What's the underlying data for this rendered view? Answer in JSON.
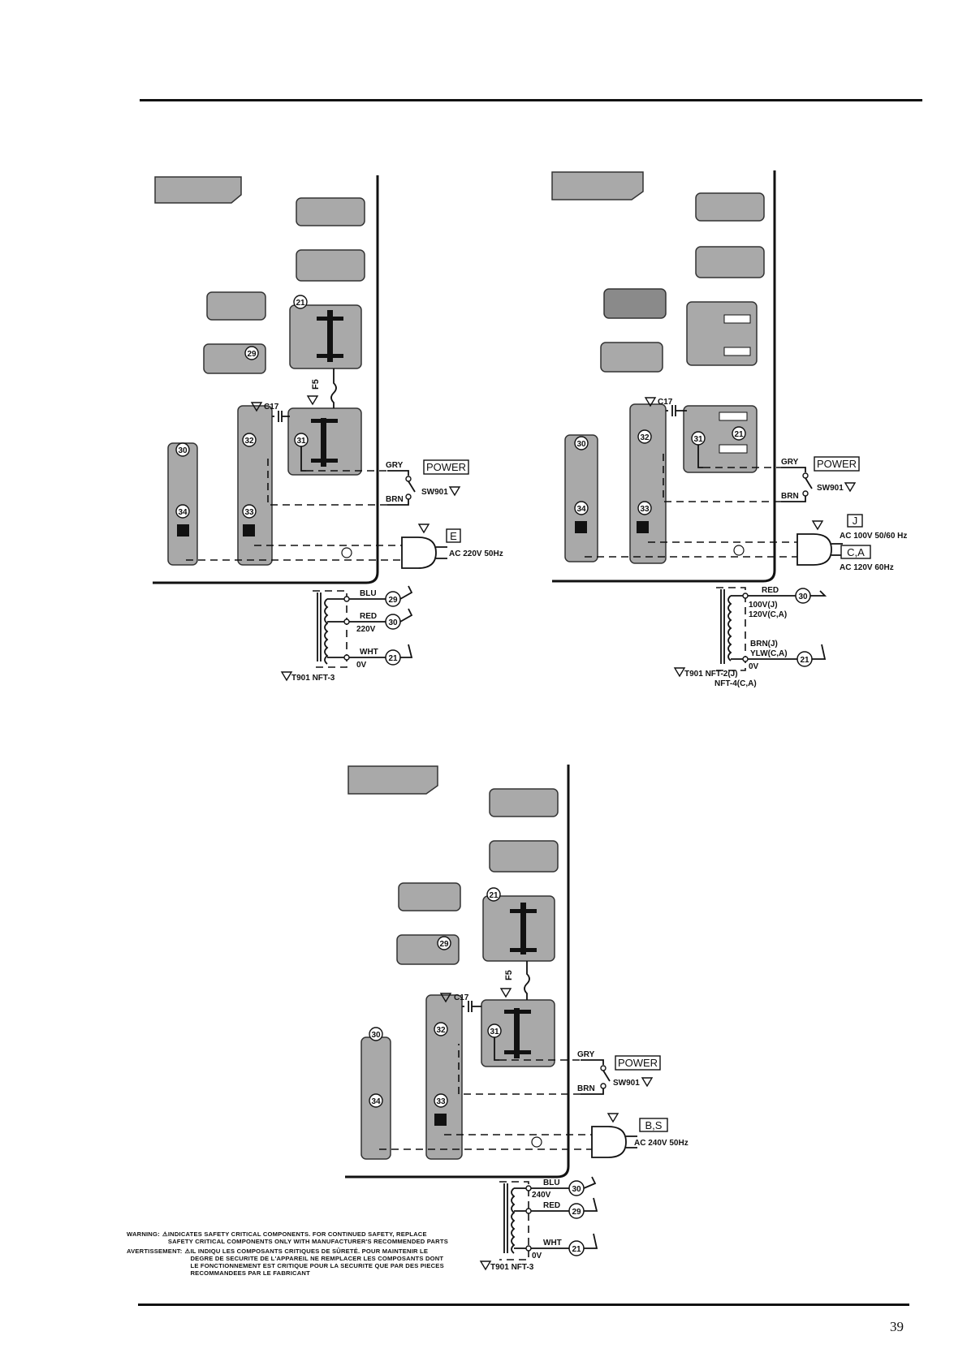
{
  "page_number": "39",
  "diagram_e": {
    "component_c17": "C17",
    "fuse_f5": "F5",
    "wire_gry": "GRY",
    "wire_brn": "BRN",
    "power_label": "POWER",
    "switch_label": "SW901",
    "region_code": "E",
    "voltage": "AC 220V 50Hz",
    "transformer_leads": [
      {
        "color": "BLU",
        "note": "",
        "terminal": "29"
      },
      {
        "color": "RED",
        "note": "220V",
        "terminal": "30"
      },
      {
        "color": "WHT",
        "note": "0V",
        "terminal": "21"
      }
    ],
    "transformer_label": "T901 NFT-3",
    "terminals": {
      "t21": "21",
      "t29": "29",
      "t30": "30",
      "t31": "31",
      "t32": "32",
      "t33": "33",
      "t34": "34"
    }
  },
  "diagram_jca": {
    "component_c17": "C17",
    "wire_gry": "GRY",
    "wire_brn": "BRN",
    "power_label": "POWER",
    "switch_label": "SW901",
    "region_code_1": "J",
    "voltage_1": "AC 100V 50/60 Hz",
    "region_code_2": "C,A",
    "voltage_2": "AC 120V 60Hz",
    "lead_red": "RED",
    "lead_red_note_1": "100V(J)",
    "lead_red_note_2": "120V(C,A)",
    "lead_brn": "BRN(J)",
    "lead_ylw": "YLW(C,A)",
    "lead_0v": "0V",
    "terminal_30": "30",
    "terminal_21": "21",
    "transformer_label_1": "T901 NFT-2(J)",
    "transformer_label_2": "NFT-4(C,A)",
    "terminals": {
      "t21": "21",
      "t30": "30",
      "t31": "31",
      "t32": "32",
      "t33": "33",
      "t34": "34"
    }
  },
  "diagram_bs": {
    "component_c17": "C17",
    "fuse_f5": "F5",
    "wire_gry": "GRY",
    "wire_brn": "BRN",
    "power_label": "POWER",
    "switch_label": "SW901",
    "region_code": "B,S",
    "voltage": "AC 240V 50Hz",
    "transformer_leads": [
      {
        "color": "BLU",
        "note": "240V",
        "terminal": "30"
      },
      {
        "color": "RED",
        "note": "",
        "terminal": "29"
      },
      {
        "color": "WHT",
        "note": "0V",
        "terminal": "21"
      }
    ],
    "transformer_label": "T901 NFT-3",
    "terminals": {
      "t21": "21",
      "t29": "29",
      "t30": "30",
      "t31": "31",
      "t32": "32",
      "t33": "33",
      "t34": "34"
    }
  },
  "warning": {
    "label": "WARNING:",
    "text": "INDICATES SAFETY CRITICAL COMPONENTS. FOR CONTINUED SAFETY, REPLACE SAFETY CRITICAL COMPONENTS ONLY WITH MANUFACTURER'S RECOMMENDED PARTS",
    "label_fr": "AVERTISSEMENT:",
    "text_fr": "IL INDIQU LES COMPOSANTS CRITIQUES DE SÛRETÉ. POUR MAINTENIR LE DEGRE DE SECURITE DE L'APPAREIL NE REMPLACER LES COMPOSANTS DONT LE FONCTIONNEMENT EST CRITIQUE POUR LA SECURITE QUE PAR DES PIECES RECOMMANDEES PAR LE FABRICANT"
  }
}
